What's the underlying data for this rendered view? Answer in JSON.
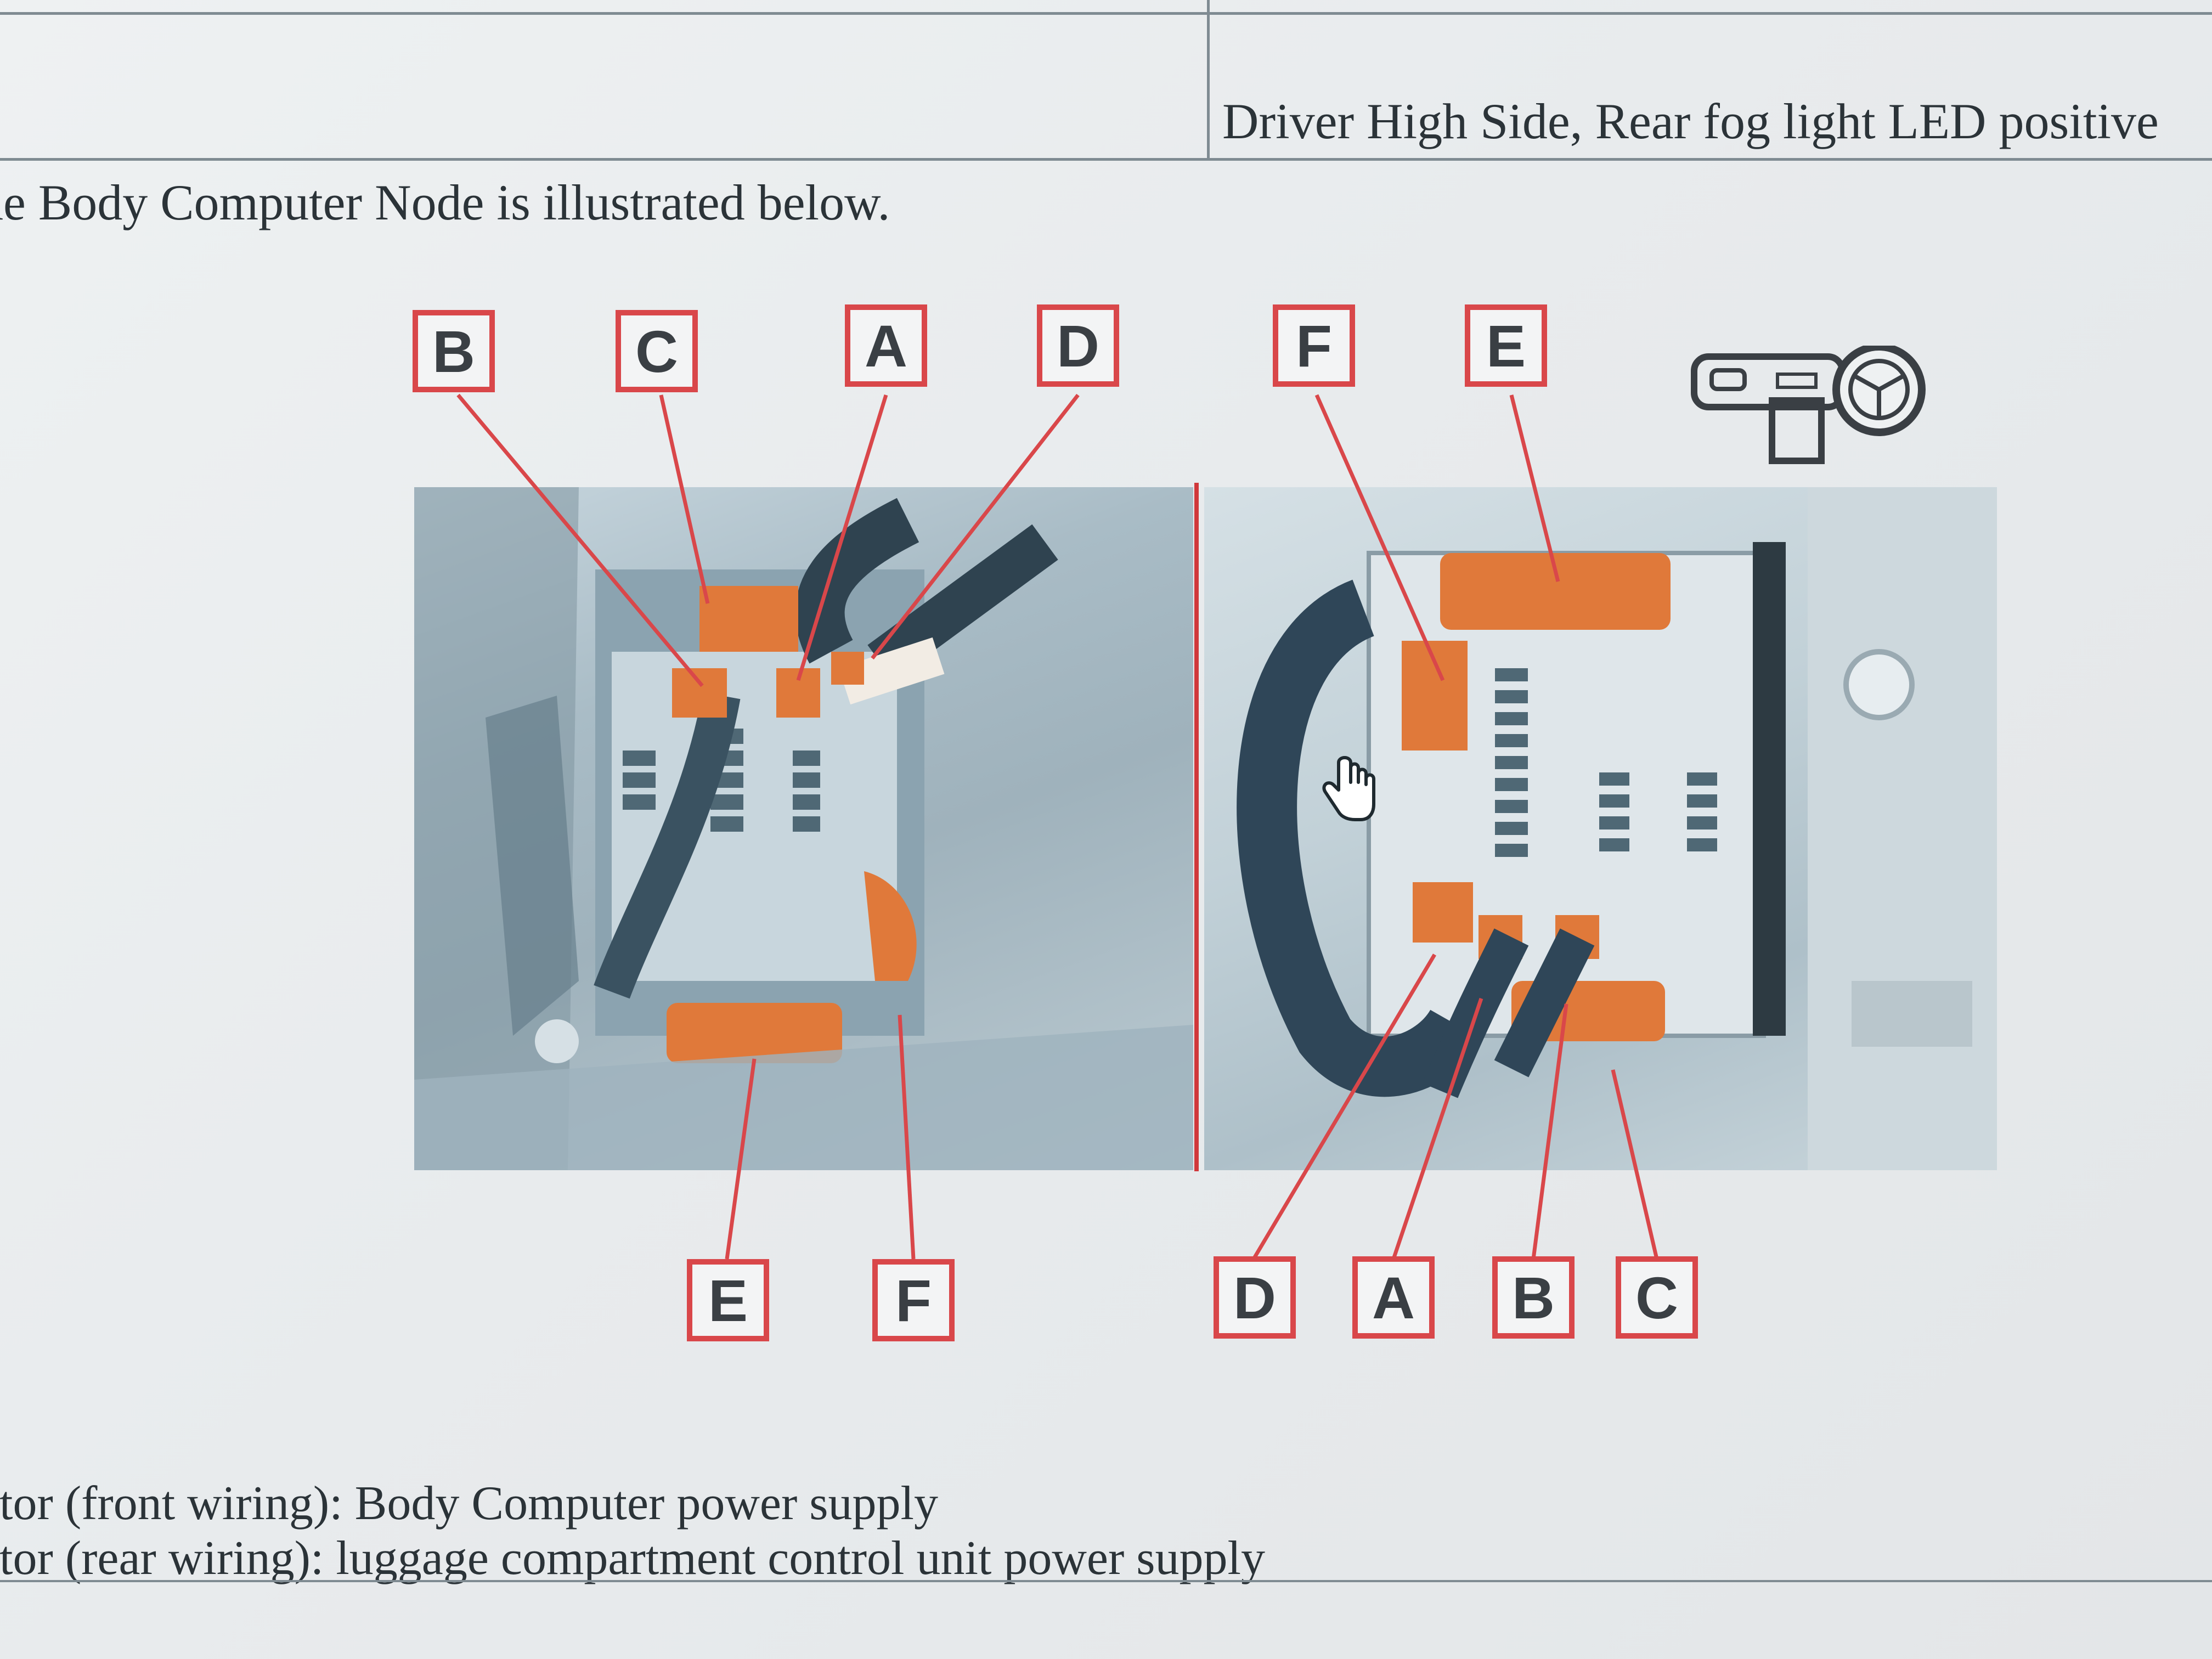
{
  "table": {
    "right_cell_text": "Driver High Side, Rear fog light LED positive"
  },
  "intro_text": "he Body Computer Node is illustrated below.",
  "figure": {
    "left_top_labels": [
      "B",
      "C",
      "A",
      "D"
    ],
    "left_bottom_labels": [
      "E",
      "F"
    ],
    "right_top_labels": [
      "F",
      "E"
    ],
    "right_bottom_labels": [
      "D",
      "A",
      "B",
      "C"
    ],
    "accent_color": "#d9474a",
    "connector_color": "#e0793a",
    "orientation_icon": "steering-wheel-dashboard-icon",
    "cursor_icon": "hand-cursor-icon"
  },
  "legend": [
    "ctor (front wiring): Body Computer power supply",
    "ctor (rear wiring): luggage compartment control unit power supply"
  ]
}
